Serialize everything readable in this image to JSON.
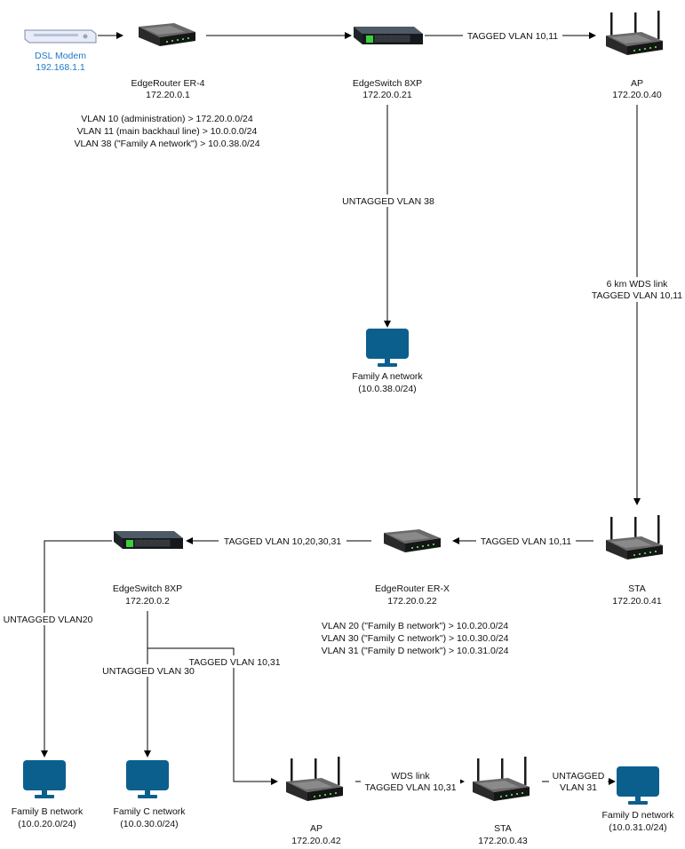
{
  "modem": {
    "name": "DSL Modem",
    "ip": "192.168.1.1"
  },
  "router_top": {
    "name": "EdgeRouter ER-4",
    "ip": "172.20.0.1"
  },
  "switch_top": {
    "name": "EdgeSwitch 8XP",
    "ip": "172.20.0.21"
  },
  "ap_top": {
    "name": "AP",
    "ip": "172.20.0.40"
  },
  "vlan_notes_top": [
    "VLAN 10 (administration) > 172.20.0.0/24",
    "VLAN 11 (main backhaul line) > 10.0.0.0/24",
    "VLAN 38 (\"Family A network\") > 10.0.38.0/24"
  ],
  "family_a": {
    "name": "Family A network",
    "subnet": "(10.0.38.0/24)"
  },
  "sta_right": {
    "name": "STA",
    "ip": "172.20.0.41"
  },
  "router_mid": {
    "name": "EdgeRouter ER-X",
    "ip": "172.20.0.22"
  },
  "switch_mid": {
    "name": "EdgeSwitch 8XP",
    "ip": "172.20.0.2"
  },
  "vlan_notes_mid": [
    "VLAN 20 (\"Family B network\") > 10.0.20.0/24",
    "VLAN 30 (\"Family C network\") > 10.0.30.0/24",
    "VLAN 31 (\"Family D network\") > 10.0.31.0/24"
  ],
  "family_b": {
    "name": "Family B network",
    "subnet": "(10.0.20.0/24)"
  },
  "family_c": {
    "name": "Family C network",
    "subnet": "(10.0.30.0/24)"
  },
  "ap_bottom": {
    "name": "AP",
    "ip": "172.20.0.42"
  },
  "sta_bottom": {
    "name": "STA",
    "ip": "172.20.0.43"
  },
  "family_d": {
    "name": "Family D network",
    "subnet": "(10.0.31.0/24)"
  },
  "links": {
    "switch_to_ap": "TAGGED VLAN 10,11",
    "switch_to_family_a": "UNTAGGED VLAN 38",
    "wds_line1": "6 km WDS link",
    "wds_line2": "TAGGED VLAN 10,11",
    "sta_to_router": "TAGGED VLAN 10,11",
    "router_to_switch": "TAGGED VLAN 10,20,30,31",
    "switch_to_family_b": "UNTAGGED VLAN20",
    "switch_to_family_c": "UNTAGGED VLAN 30",
    "switch_to_ap_bottom": "TAGGED VLAN 10,31",
    "wds_bottom_line1": "WDS link",
    "wds_bottom_line2": "TAGGED VLAN 10,31",
    "sta_to_family_d_line1": "UNTAGGED",
    "sta_to_family_d_line2": "VLAN 31"
  },
  "colors": {
    "label_blue": "#1f78c8",
    "monitor": "#0b5f8c",
    "line": "#000000"
  }
}
